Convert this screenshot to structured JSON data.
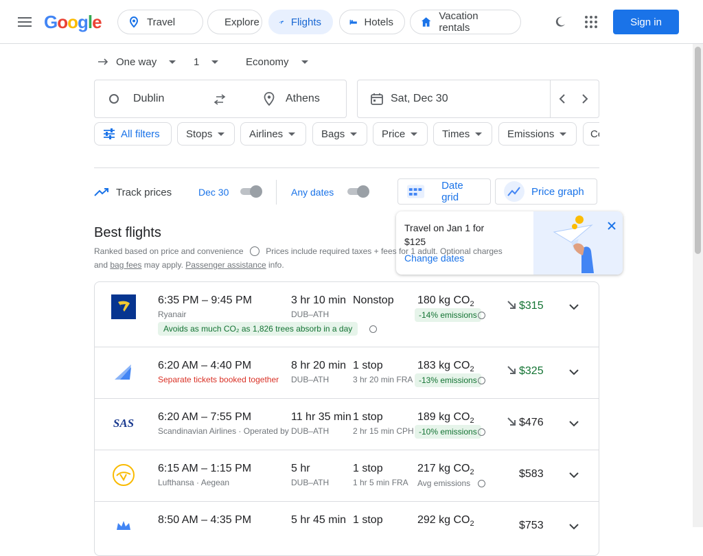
{
  "header": {
    "logo": "Google",
    "tabs": [
      {
        "label": "Travel"
      },
      {
        "label": "Explore"
      },
      {
        "label": "Flights"
      },
      {
        "label": "Hotels"
      },
      {
        "label": "Vacation rentals"
      }
    ],
    "signin": "Sign in"
  },
  "search": {
    "trip_type": "One way",
    "passengers": "1",
    "cabin": "Economy",
    "origin": "Dublin",
    "destination": "Athens",
    "date": "Sat, Dec 30"
  },
  "filters": {
    "all": "All filters",
    "stops": "Stops",
    "airlines": "Airlines",
    "bags": "Bags",
    "price": "Price",
    "times": "Times",
    "emissions": "Emissions",
    "more": "Co"
  },
  "track": {
    "label": "Track prices",
    "date": "Dec 30",
    "any": "Any dates",
    "date_grid": "Date grid",
    "price_graph": "Price graph"
  },
  "popup": {
    "text": "Travel on Jan 1 for $125",
    "change": "Change dates"
  },
  "results": {
    "title": "Best flights",
    "subtitle_a": "Ranked based on price and convenience",
    "subtitle_b": "Prices include required taxes + fees for 1 adult. Optional charges",
    "subtitle_c": "and",
    "bag_fees": "bag fees",
    "subtitle_d": "may apply.",
    "assist": "Passenger assistance",
    "subtitle_e": "info.",
    "flights": [
      {
        "times": "6:35 PM – 9:45 PM",
        "carrier": "Ryanair",
        "duration": "3 hr 10 min",
        "route": "DUB–ATH",
        "stops": "Nonstop",
        "co2": "180 kg CO",
        "co2_note": "-14% emissions",
        "price": "$315",
        "eco": "Avoids as much CO₂ as 1,826 trees absorb in a day"
      },
      {
        "times": "6:20 AM – 4:40 PM",
        "carrier": "Separate tickets booked together",
        "duration": "8 hr 20 min",
        "route": "DUB–ATH",
        "stops": "1 stop",
        "layover": "3 hr 20 min FRA",
        "co2": "183 kg CO",
        "co2_note": "-13% emissions",
        "price": "$325"
      },
      {
        "times": "6:20 AM – 7:55 PM",
        "carrier": "Scandinavian Airlines · Operated by",
        "duration": "11 hr 35 min",
        "route": "DUB–ATH",
        "stops": "1 stop",
        "layover": "2 hr 15 min CPH",
        "co2": "189 kg CO",
        "co2_note": "-10% emissions",
        "price": "$476"
      },
      {
        "times": "6:15 AM – 1:15 PM",
        "carrier": "Lufthansa · Aegean",
        "duration": "5 hr",
        "route": "DUB–ATH",
        "stops": "1 stop",
        "layover": "1 hr 5 min FRA",
        "co2": "217 kg CO",
        "co2_note": "Avg emissions",
        "price": "$583"
      },
      {
        "times": "8:50 AM – 4:35 PM",
        "duration": "5 hr 45 min",
        "stops": "1 stop",
        "co2": "292 kg CO",
        "price": "$753"
      }
    ]
  },
  "colors": {
    "accent": "#1a73e8",
    "green": "#137333",
    "red": "#d93025"
  }
}
